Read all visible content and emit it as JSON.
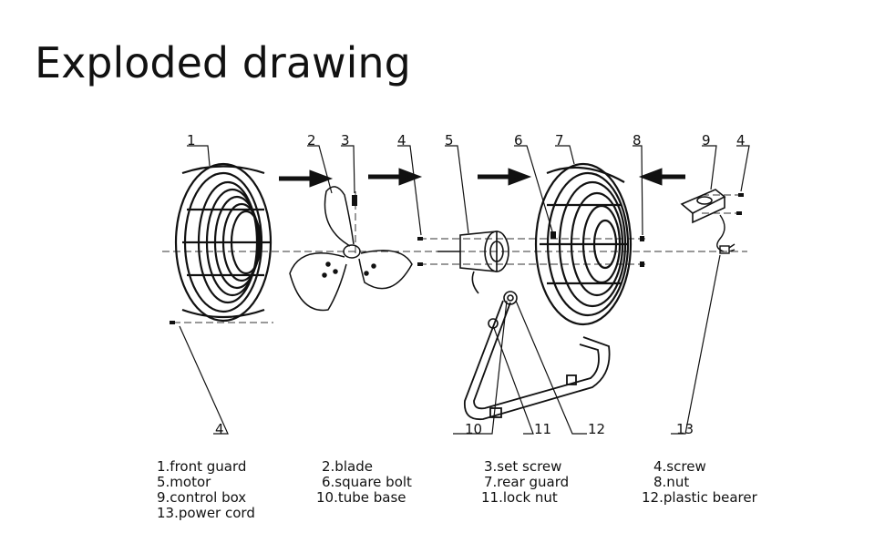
{
  "title": "Exploded drawing",
  "callouts": {
    "c1": "1",
    "c2": "2",
    "c3": "3",
    "c4a": "4",
    "c5": "5",
    "c6": "6",
    "c7": "7",
    "c8": "8",
    "c9": "9",
    "c4b": "4",
    "c4c": "4",
    "c10": "10",
    "c11": "11",
    "c12": "12",
    "c13": "13"
  },
  "legend": {
    "i1": "1.front guard",
    "i2": "2.blade",
    "i3": "3.set screw",
    "i4": "4.screw",
    "i5": "5.motor",
    "i6": "6.square bolt",
    "i7": "7.rear guard",
    "i8": "8.nut",
    "i9": "9.control box",
    "i10": "10.tube base",
    "i11": "11.lock nut",
    "i12": "12.plastic bearer",
    "i13": "13.power cord"
  }
}
